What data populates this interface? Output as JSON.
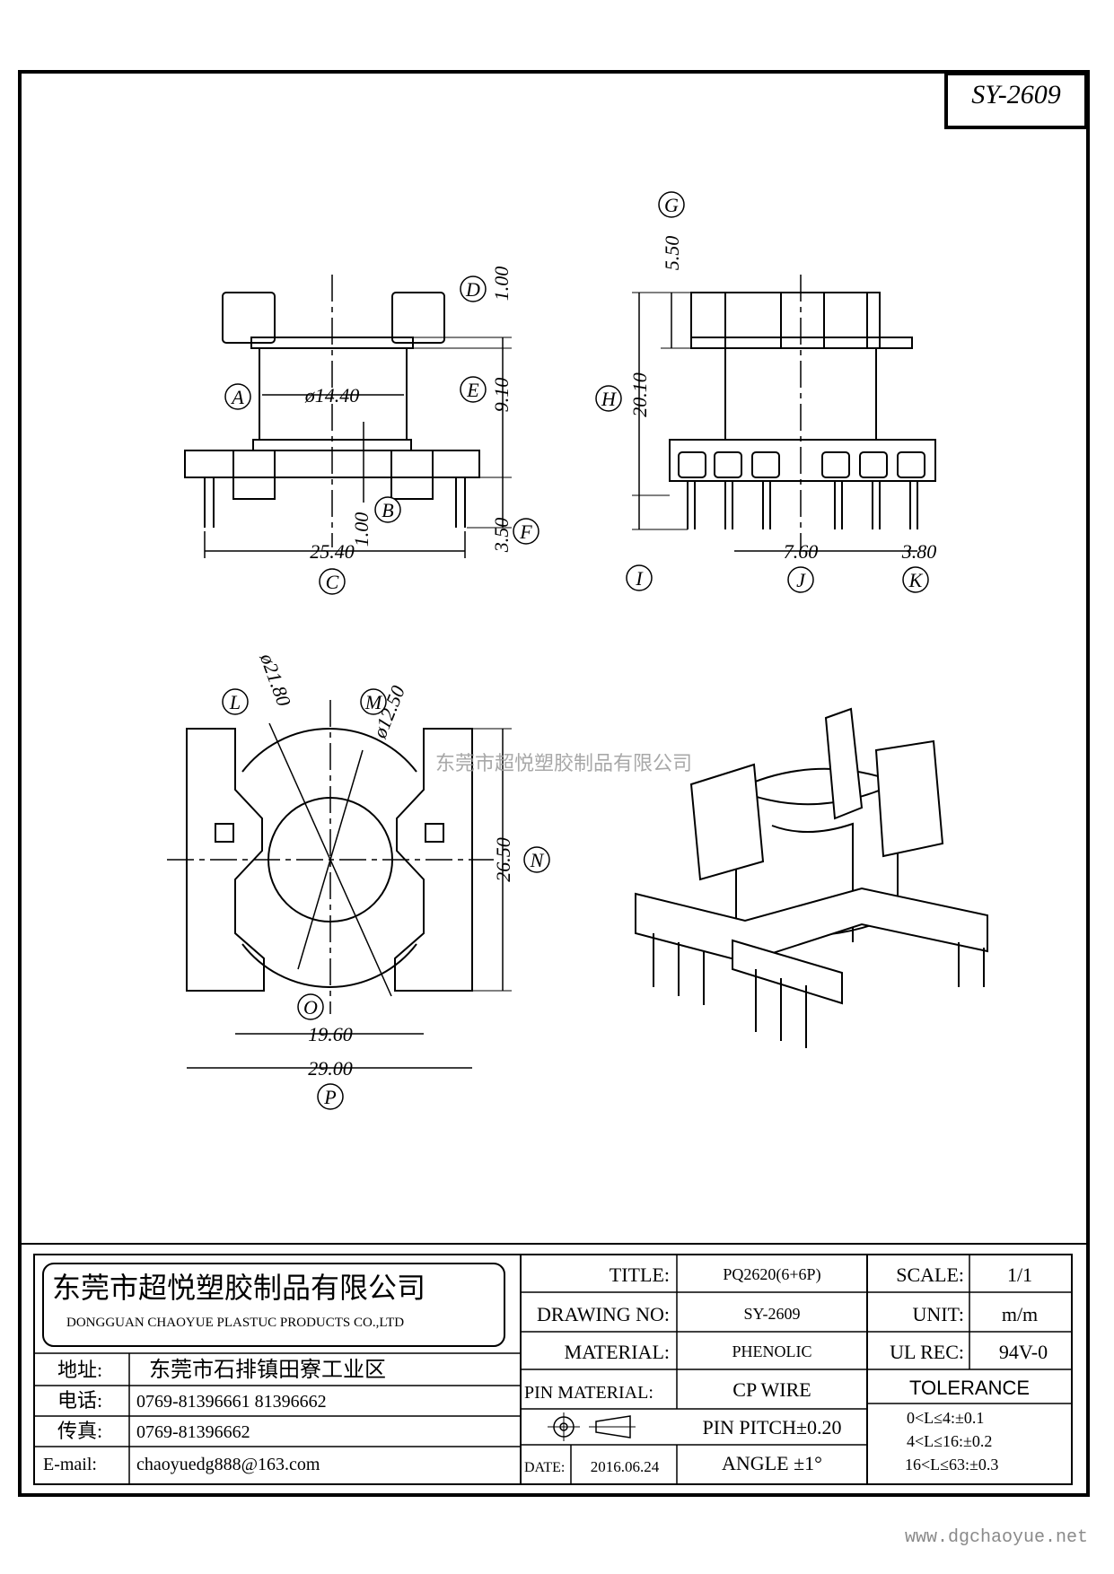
{
  "drawing_code": "SY-2609",
  "watermark": "东莞市超悦塑胶制品有限公司",
  "website": "www.dgchaoyue.net",
  "dimensions": {
    "A": {
      "letter": "A",
      "value": "ø14.40"
    },
    "B": {
      "letter": "B",
      "value": "1.00"
    },
    "C": {
      "letter": "C",
      "value": "25.40"
    },
    "D": {
      "letter": "D",
      "value": "1.00"
    },
    "E": {
      "letter": "E",
      "value": "9.10"
    },
    "F": {
      "letter": "F",
      "value": "3.50"
    },
    "G": {
      "letter": "G",
      "value": "5.50"
    },
    "H": {
      "letter": "H",
      "value": "20.10"
    },
    "I": {
      "letter": "I",
      "value": ""
    },
    "J": {
      "letter": "J",
      "value": "7.60"
    },
    "K": {
      "letter": "K",
      "value": "3.80"
    },
    "L": {
      "letter": "L",
      "value": "ø21.80"
    },
    "M": {
      "letter": "M",
      "value": "ø12.50"
    },
    "N": {
      "letter": "N",
      "value": "26.50"
    },
    "O": {
      "letter": "O",
      "value": "19.60"
    },
    "P": {
      "letter": "P",
      "value": "29.00"
    }
  },
  "title_block": {
    "company_cn": "东莞市超悦塑胶制品有限公司",
    "company_en": "DONGGUAN CHAOYUE PLASTUC PRODUCTS CO.,LTD",
    "address_label": "地址:",
    "address": "东莞市石排镇田寮工业区",
    "phone_label": "电话:",
    "phone": "0769-81396661  81396662",
    "fax_label": "传真:",
    "fax": "0769-81396662",
    "email_label": "E-mail:",
    "email": "chaoyuedg888@163.com",
    "title_label": "TITLE:",
    "title": "PQ2620(6+6P)",
    "drawing_no_label": "DRAWING NO:",
    "drawing_no": "SY-2609",
    "material_label": "MATERIAL:",
    "material": "PHENOLIC",
    "pin_material_label": "PIN MATERIAL:",
    "pin_material": "CP WIRE",
    "pin_pitch": "PIN PITCH±0.20",
    "date_label": "DATE:",
    "date": "2016.06.24",
    "angle": "ANGLE  ±1°",
    "scale_label": "SCALE:",
    "scale": "1/1",
    "unit_label": "UNIT:",
    "unit": "m/m",
    "ul_rec_label": "UL REC:",
    "ul_rec": "94V-0",
    "tolerance_label": "TOLERANCE",
    "tolerance_1": "0<L≤4:±0.1",
    "tolerance_2": "4<L≤16:±0.2",
    "tolerance_3": "16<L≤63:±0.3"
  }
}
